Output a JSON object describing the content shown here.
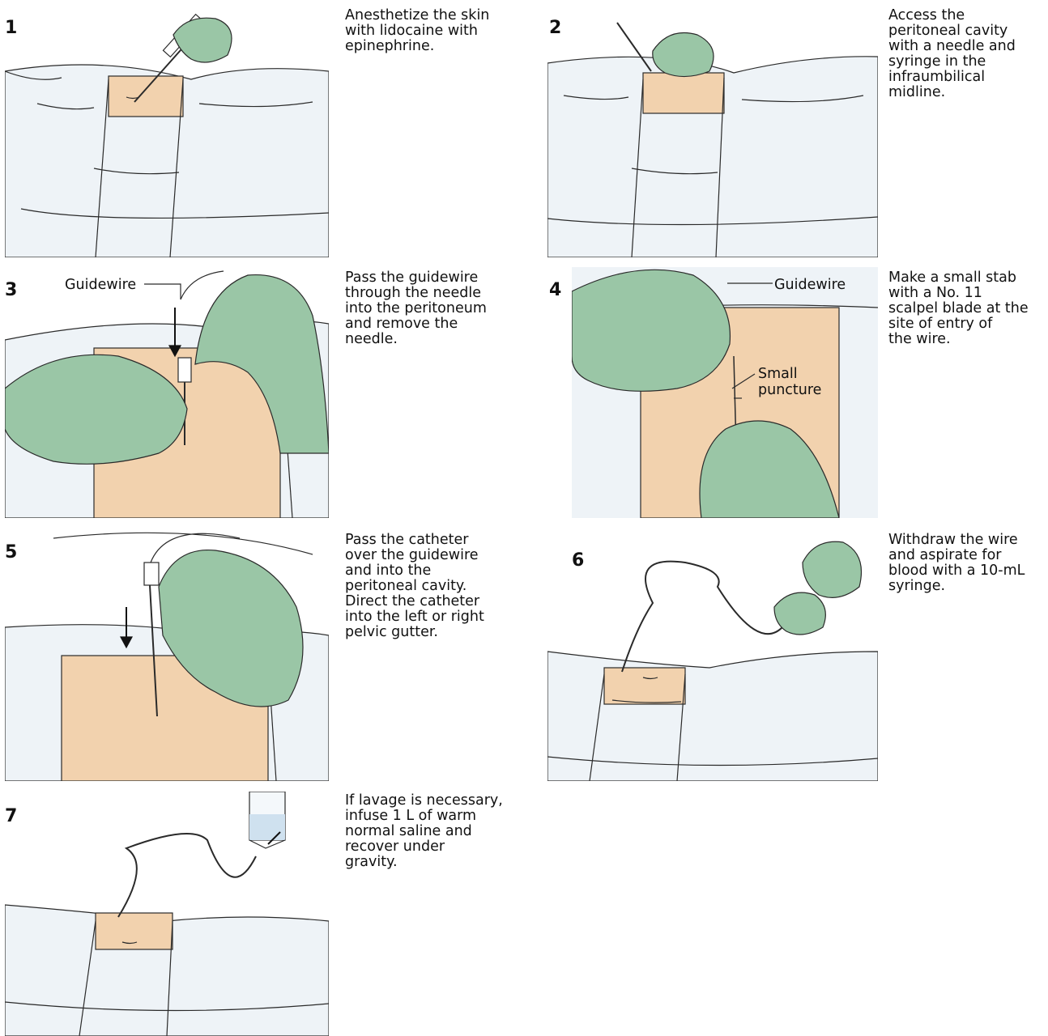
{
  "colors": {
    "skin": "#f2d2ae",
    "glove": "#9ac6a6",
    "drape": "#dde9f2",
    "outline": "#2a2a2a"
  },
  "steps": [
    {
      "number": "1",
      "caption": "Anesthetize the skin\nwith lidocaine with\nepinephrine."
    },
    {
      "number": "2",
      "caption": "Access the\nperitoneal cavity\nwith a needle and\nsyringe in the\ninfraumbilical\nmidline."
    },
    {
      "number": "3",
      "caption": "Pass the guidewire\nthrough the needle\ninto the peritoneum\nand remove the\nneedle.",
      "callouts": [
        "Guidewire"
      ]
    },
    {
      "number": "4",
      "caption": "Make a small stab\nwith a No. 11\nscalpel blade at the\nsite of entry of\nthe wire.",
      "callouts": [
        "Guidewire",
        "Small\npuncture"
      ]
    },
    {
      "number": "5",
      "caption": "Pass the catheter\nover the guidewire\nand into the\nperitoneal cavity.\nDirect the catheter\ninto the left or right\npelvic gutter."
    },
    {
      "number": "6",
      "caption": "Withdraw the wire\nand aspirate for\nblood with a 10-mL\nsyringe."
    },
    {
      "number": "7",
      "caption": "If lavage is necessary,\ninfuse 1 L of warm\nnormal saline and\nrecover under\ngravity."
    }
  ]
}
